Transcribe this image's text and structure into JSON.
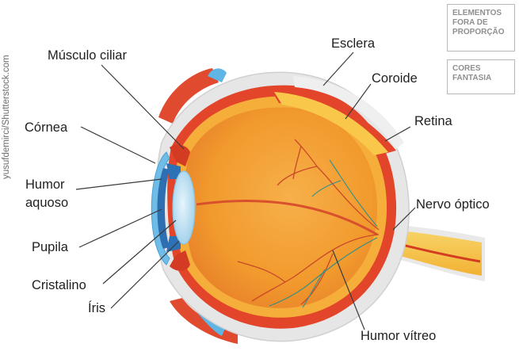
{
  "credit": "yusufdemirci/Shutterstock.com",
  "badges": [
    {
      "lines": [
        "ELEMENTOS",
        "FORA DE",
        "PROPORÇÃO"
      ]
    },
    {
      "lines": [
        "CORES",
        "FANTASIA"
      ]
    }
  ],
  "labels": {
    "musculo_ciliar": "Músculo ciliar",
    "cornea": "Córnea",
    "humor_aquoso_1": "Humor",
    "humor_aquoso_2": "aquoso",
    "pupila": "Pupila",
    "cristalino": "Cristalino",
    "iris": "Íris",
    "esclera": "Esclera",
    "coroide": "Coroide",
    "retina": "Retina",
    "nervo_optico": "Nervo óptico",
    "humor_vitreo": "Humor vítreo"
  },
  "colors": {
    "sclera": "#e6e6e6",
    "choroid": "#e2452a",
    "retina": "#f7b53a",
    "vitreous": "#f29a2e",
    "cornea": "#9fd3ee",
    "lens": "#c4e6f6",
    "muscle": "#d33b22",
    "nerve": "#f6c344"
  }
}
